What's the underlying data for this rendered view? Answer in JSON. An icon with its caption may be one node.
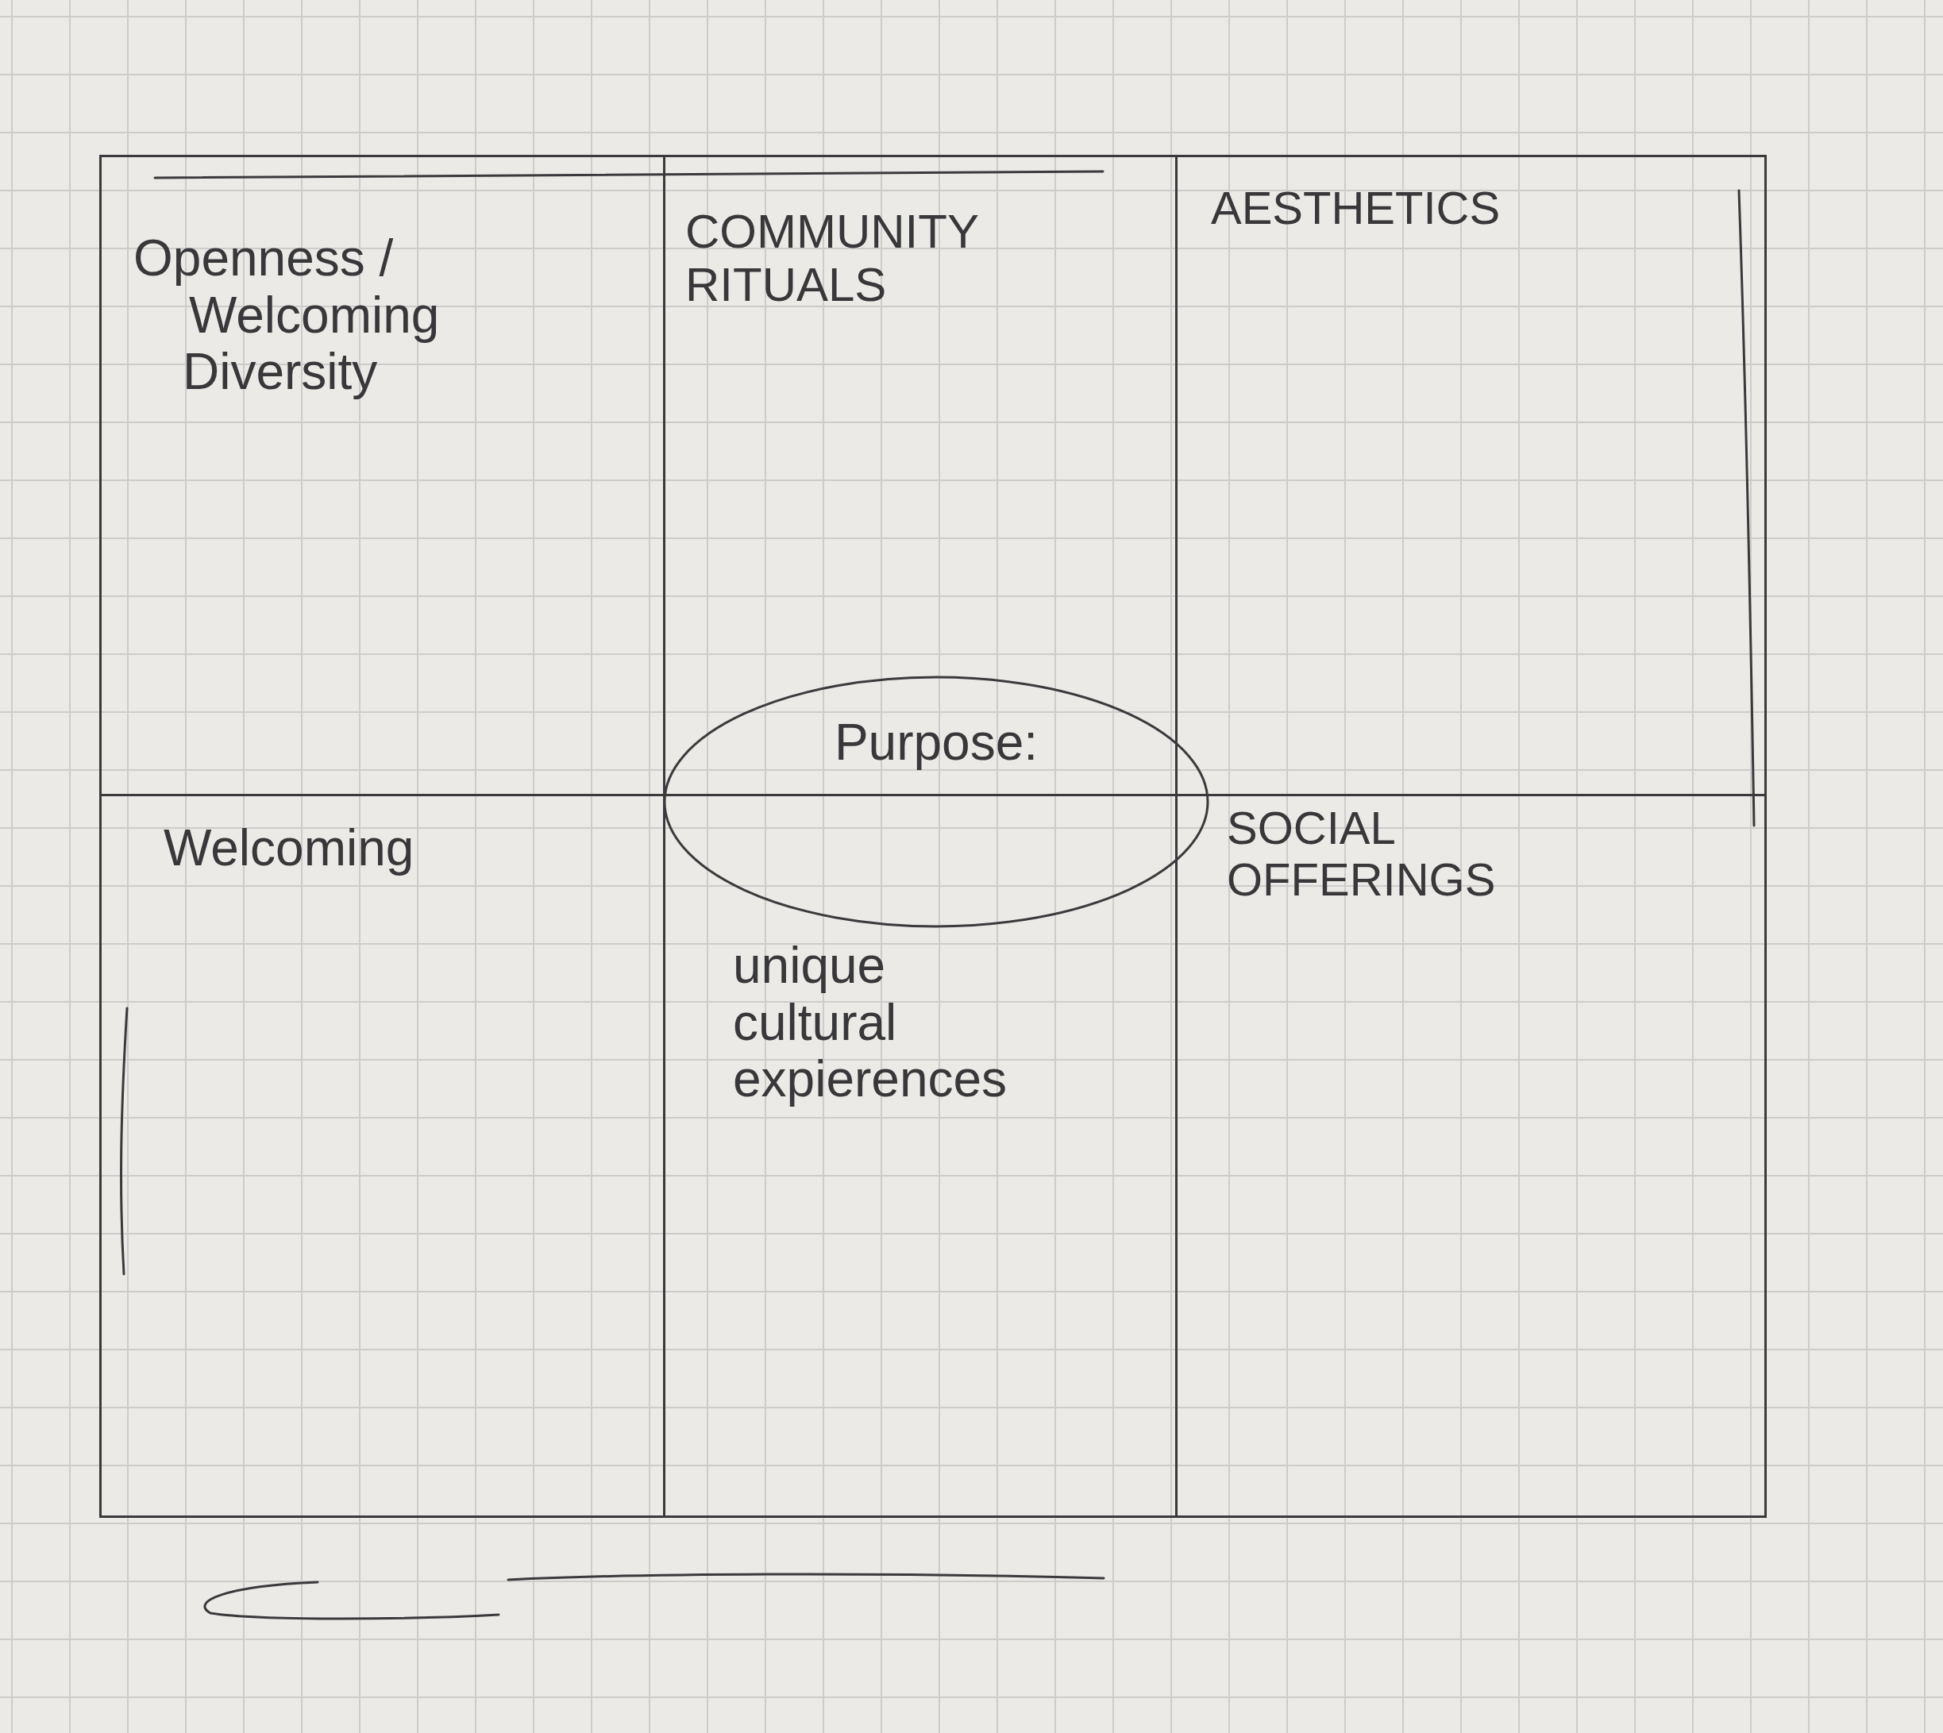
{
  "diagram": {
    "nodes": [
      {
        "text": [
          "Openness /",
          "Welcoming",
          "Diversity"
        ]
      },
      {
        "text": [
          "COMMUNITY RITUALS"
        ]
      },
      {
        "text": [
          "AESTHETICS"
        ]
      },
      {
        "text": [
          "Purpose:"
        ]
      },
      {
        "text": [
          "Welcoming"
        ]
      },
      {
        "text": [
          "unique",
          "cultural expierences"
        ]
      },
      {
        "text": [
          "SOCIAL OFFERINGS"
        ]
      }
    ]
  }
}
